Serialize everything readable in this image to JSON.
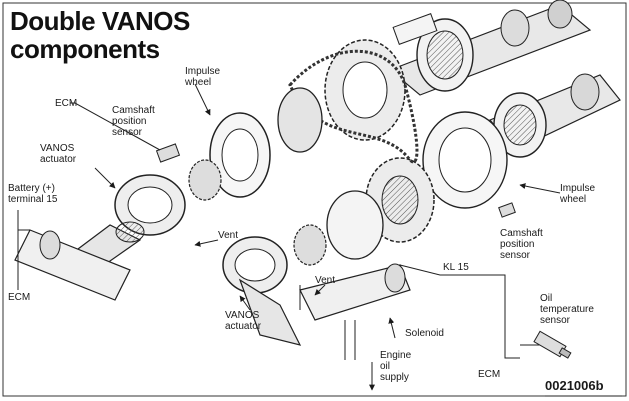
{
  "title": {
    "line1": "Double VANOS",
    "line2": "components"
  },
  "labels": {
    "ecm_top": "ECM",
    "vanos_actuator_top": [
      "VANOS",
      "actuator"
    ],
    "battery": [
      "Battery (+)",
      "terminal 15"
    ],
    "ecm_left": "ECM",
    "camshaft_sensor_top": [
      "Camshaft",
      "position",
      "sensor"
    ],
    "impulse_wheel_top": [
      "Impulse",
      "wheel"
    ],
    "vent_top": "Vent",
    "vent_lower": "Vent",
    "vanos_actuator_lower": [
      "VANOS",
      "actuator"
    ],
    "solenoid": "Solenoid",
    "kl15": "KL 15",
    "engine_oil_supply": [
      "Engine",
      "oil",
      "supply"
    ],
    "ecm_bottom": "ECM",
    "oil_temp_sensor": [
      "Oil",
      "temperature",
      "sensor"
    ],
    "camshaft_sensor_right": [
      "Camshaft",
      "position",
      "sensor"
    ],
    "impulse_wheel_right": [
      "Impulse",
      "wheel"
    ]
  },
  "figure_code": "0021006b"
}
